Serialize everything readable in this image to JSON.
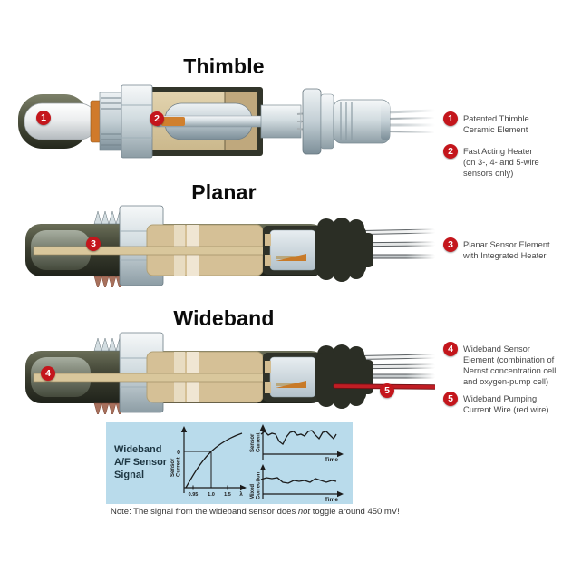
{
  "sections": {
    "thimble": {
      "title": "Thimble"
    },
    "planar": {
      "title": "Planar"
    },
    "wideband": {
      "title": "Wideband"
    }
  },
  "legend": {
    "items": [
      {
        "num": "1",
        "text": "Patented Thimble\nCeramic Element"
      },
      {
        "num": "2",
        "text": "Fast Acting Heater\n(on 3-, 4- and 5-wire\nsensors only)"
      },
      {
        "num": "3",
        "text": "Planar Sensor Element\nwith Integrated Heater"
      },
      {
        "num": "4",
        "text": "Wideband Sensor\nElement (combination of\nNernst concentration cell\nand oxygen-pump cell)"
      },
      {
        "num": "5",
        "text": "Wideband Pumping\nCurrent Wire (red wire)"
      }
    ]
  },
  "panel": {
    "label": "Wideband\nA/F Sensor\nSignal",
    "lambda_chart": {
      "ylabel_lines": [
        "Sensor",
        "Current"
      ],
      "zero_label": "0",
      "xticks": [
        "0.95",
        "1.0",
        "1.5",
        "λ"
      ]
    },
    "sensor_current_chart": {
      "ylabel_lines": [
        "Sensor",
        "Current"
      ],
      "xlabel": "Time"
    },
    "mixed_correction_chart": {
      "ylabel_lines": [
        "Mixed",
        "Correction"
      ],
      "xlabel": "Time"
    }
  },
  "note": {
    "prefix": "Note: The signal from the wideband sensor does ",
    "italic": "not",
    "suffix": " toggle around 450 mV!"
  },
  "colors": {
    "badge_red": "#c4161c",
    "panel_blue": "#b9dbeb"
  },
  "chart_data": [
    {
      "type": "line",
      "name": "pump-current-vs-lambda",
      "xlabel": "λ",
      "ylabel": "Sensor Current",
      "xticks": [
        "0.95",
        "1.0",
        "1.5"
      ],
      "zero_crossing": {
        "x": "1.0",
        "y": 0
      },
      "shape": "monotonic rising concave-down curve crossing 0 at lambda = 1.0"
    },
    {
      "type": "line",
      "name": "sensor-current-vs-time",
      "xlabel": "Time",
      "ylabel": "Sensor Current",
      "shape": "irregular fluctuating signal (does not toggle)"
    },
    {
      "type": "line",
      "name": "mixed-correction-vs-time",
      "xlabel": "Time",
      "ylabel": "Mixed Correction",
      "shape": "mild fluctuating signal"
    }
  ]
}
